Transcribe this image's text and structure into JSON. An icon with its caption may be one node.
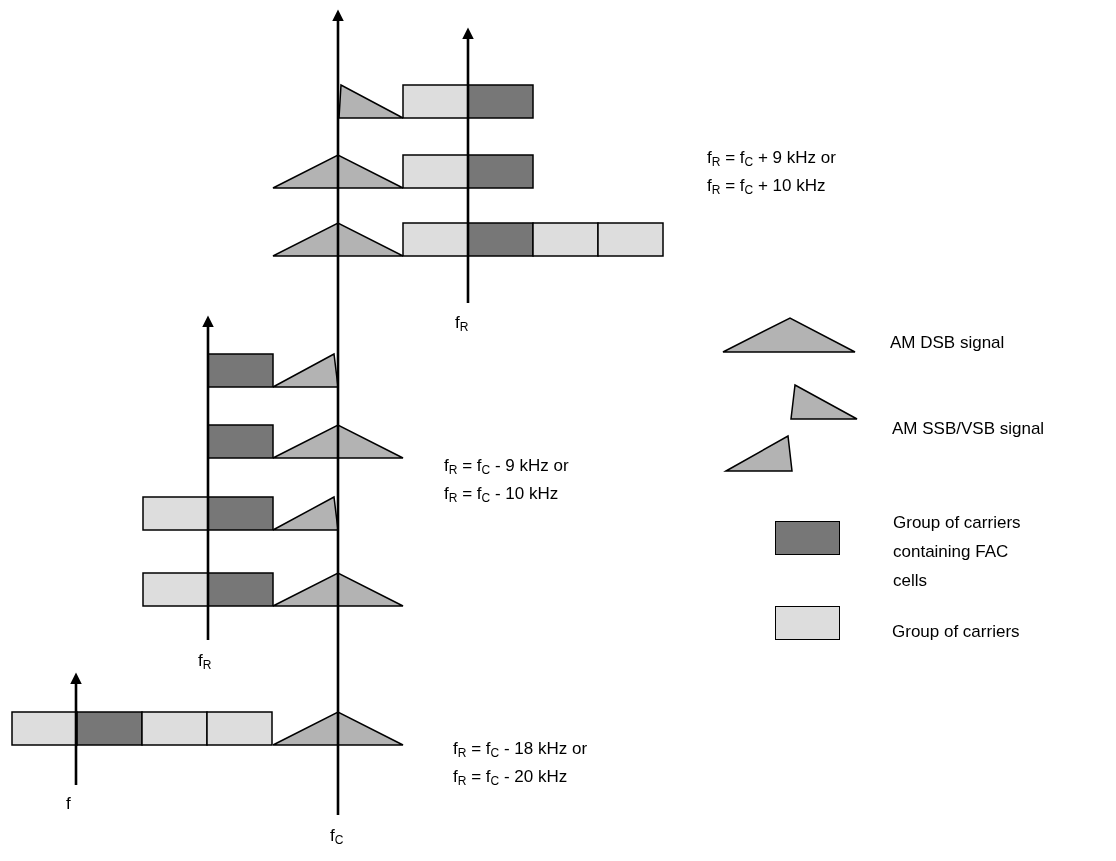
{
  "diagram": {
    "labels": [
      "f$_{R}$ = f$_{C}$ + 9 kHz or",
      "f$_{R}$ = f$_{C}$ + 10 kHz",
      "f$_{R}$",
      "f$_{R}$ = f$_{C}$ - 9 kHz or",
      "f$_{R}$ = f$_{C}$ - 10 kHz",
      "f$_{R}$",
      "f$_{R}$ = f$_{C}$ - 18 kHz or",
      "f$_{R}$ = f$_{C}$ - 20 kHz",
      "f",
      "f$_{C}$"
    ],
    "legend": [
      {
        "text": "AM DSB signal"
      },
      {
        "text": "AM SSB/VSB signal"
      },
      {
        "text": "Group of carriers containing FAC cells",
        "color": "#777777"
      },
      {
        "text": "Group of carriers",
        "color": "#dddddd"
      }
    ]
  }
}
